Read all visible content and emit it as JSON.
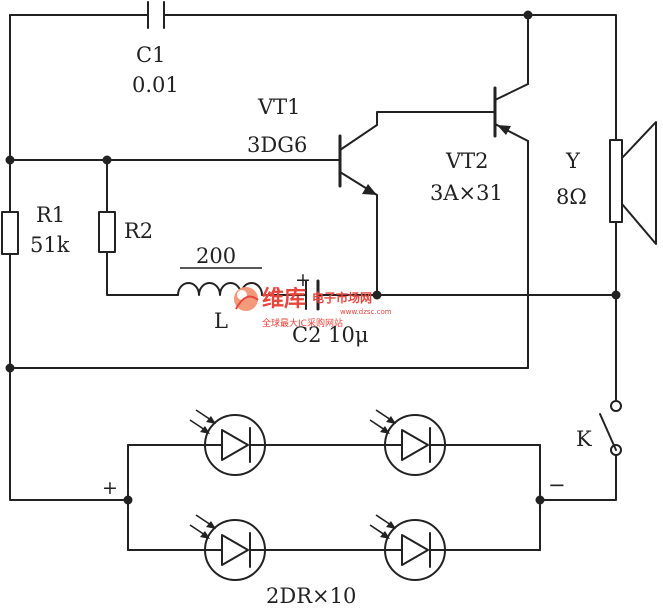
{
  "labels": {
    "c1_name": "C1",
    "c1_value": "0.01",
    "vt1_name": "VT1",
    "vt1_value": "3DG6",
    "vt2_name": "VT2",
    "vt2_value": "3A×31",
    "speaker_name": "Y",
    "speaker_value": "8Ω",
    "r1_name": "R1",
    "r1_value": "51k",
    "r2_name": "R2",
    "inductor_value": "200",
    "inductor_name": "L",
    "c2_polarity": "+",
    "c2_label": "C2 10μ",
    "switch_name": "K",
    "plus_sign": "+",
    "minus_sign": "−",
    "led_label": "2DR×10"
  },
  "watermark": {
    "brand": "维库",
    "site_name": "电子市场网",
    "url": "www.dzsc.com",
    "slogan": "全球最大IC采购网站"
  }
}
